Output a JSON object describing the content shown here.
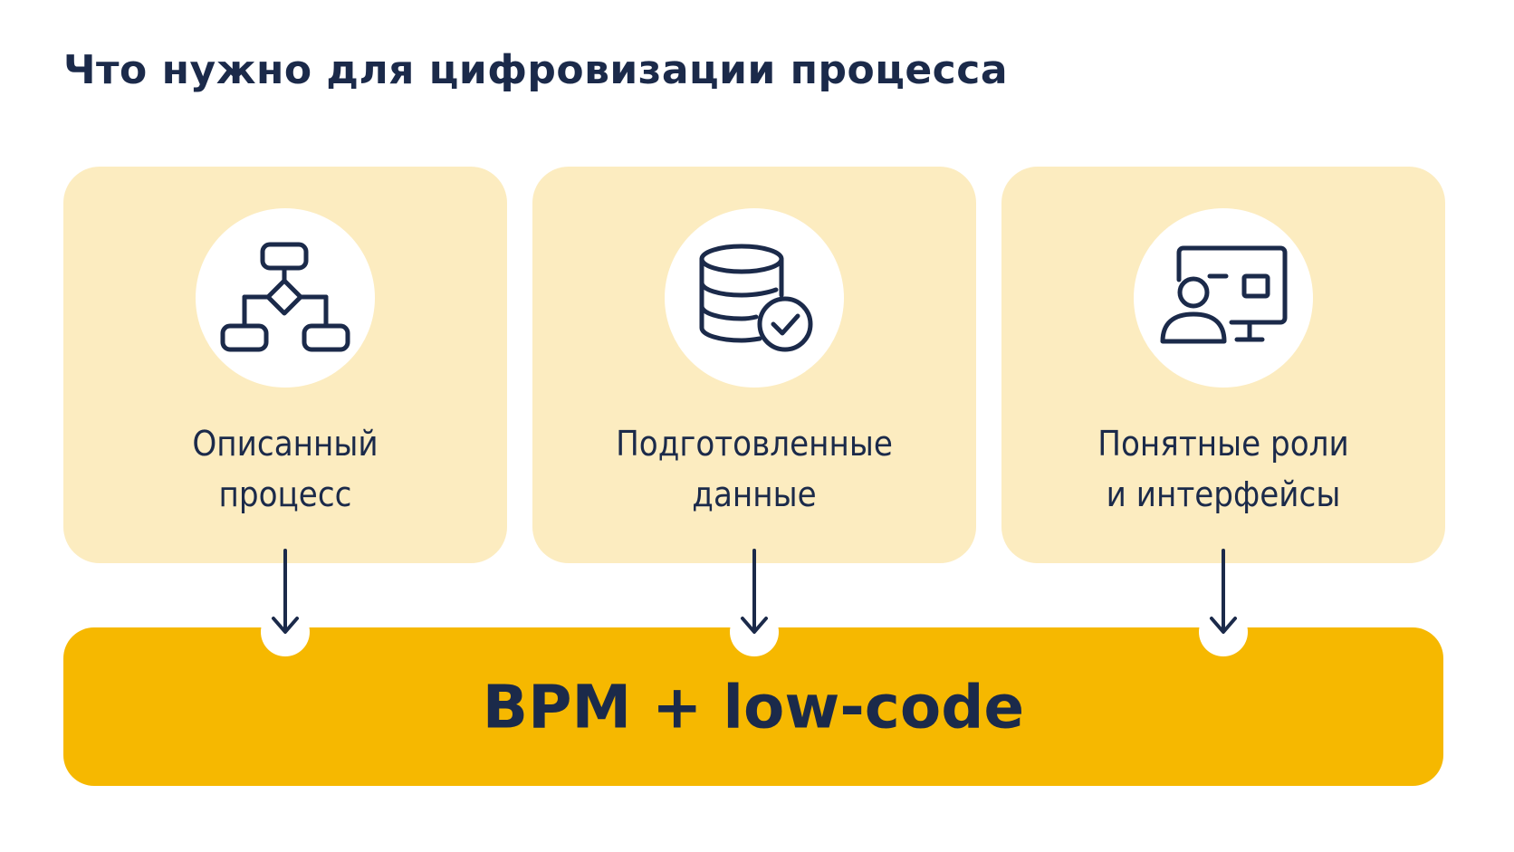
{
  "title": "Что нужно для цифровизации процесса",
  "cards": [
    {
      "icon": "flowchart-icon",
      "line1": "Описанный",
      "line2": "процесс"
    },
    {
      "icon": "database-check-icon",
      "line1": "Подготовленные",
      "line2": "данные"
    },
    {
      "icon": "user-interface-icon",
      "line1": "Понятные роли",
      "line2": "и интерфейсы"
    }
  ],
  "result": {
    "label": "BPM + low-code"
  },
  "colors": {
    "card_background": "#fcecc0",
    "bar_background": "#f6b800",
    "text": "#1b2a4a"
  }
}
